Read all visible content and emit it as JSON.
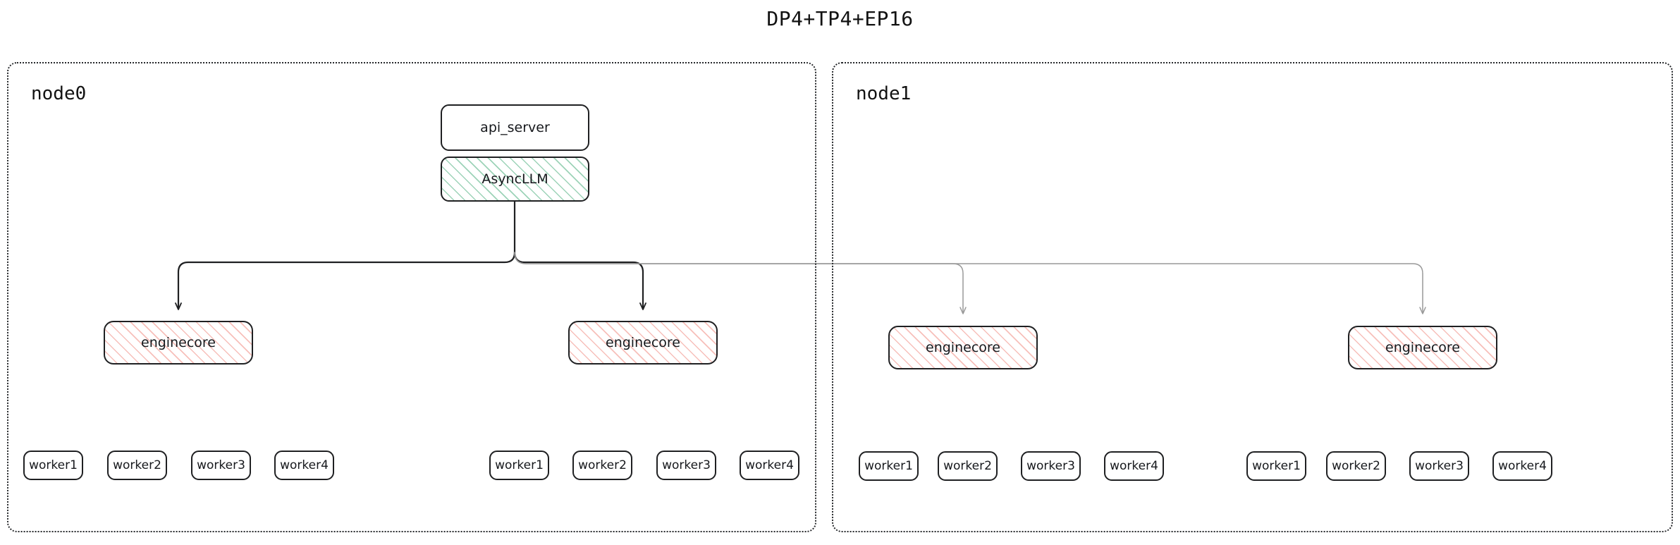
{
  "title": "DP4+TP4+EP16",
  "nodes": {
    "api_server": "api_server",
    "async_llm": "AsyncLLM",
    "enginecore": "enginecore"
  },
  "colors": {
    "stroke": "#1f2022",
    "edge_strong": "#1f2022",
    "edge_weak": "#999999",
    "async_hatch": "#4caf7d",
    "engine_hatch": "#ee7a6e",
    "subgraph_border": "#26282b",
    "text": "#16181c",
    "background": "#ffffff"
  },
  "subgraphs": [
    {
      "id": "node0",
      "label": "node0",
      "engine_groups": [
        {
          "engine_label": "enginecore",
          "workers": [
            "worker1",
            "worker2",
            "worker3",
            "worker4"
          ]
        },
        {
          "engine_label": "enginecore",
          "workers": [
            "worker1",
            "worker2",
            "worker3",
            "worker4"
          ]
        }
      ]
    },
    {
      "id": "node1",
      "label": "node1",
      "engine_groups": [
        {
          "engine_label": "enginecore",
          "workers": [
            "worker1",
            "worker2",
            "worker3",
            "worker4"
          ]
        },
        {
          "engine_label": "enginecore",
          "workers": [
            "worker1",
            "worker2",
            "worker3",
            "worker4"
          ]
        }
      ]
    }
  ],
  "edges": [
    {
      "from": "AsyncLLM",
      "to": "enginecore",
      "target_group": "node0-0",
      "style": "strong"
    },
    {
      "from": "AsyncLLM",
      "to": "enginecore",
      "target_group": "node0-1",
      "style": "strong"
    },
    {
      "from": "AsyncLLM",
      "to": "enginecore",
      "target_group": "node1-0",
      "style": "weak"
    },
    {
      "from": "AsyncLLM",
      "to": "enginecore",
      "target_group": "node1-1",
      "style": "weak"
    }
  ]
}
